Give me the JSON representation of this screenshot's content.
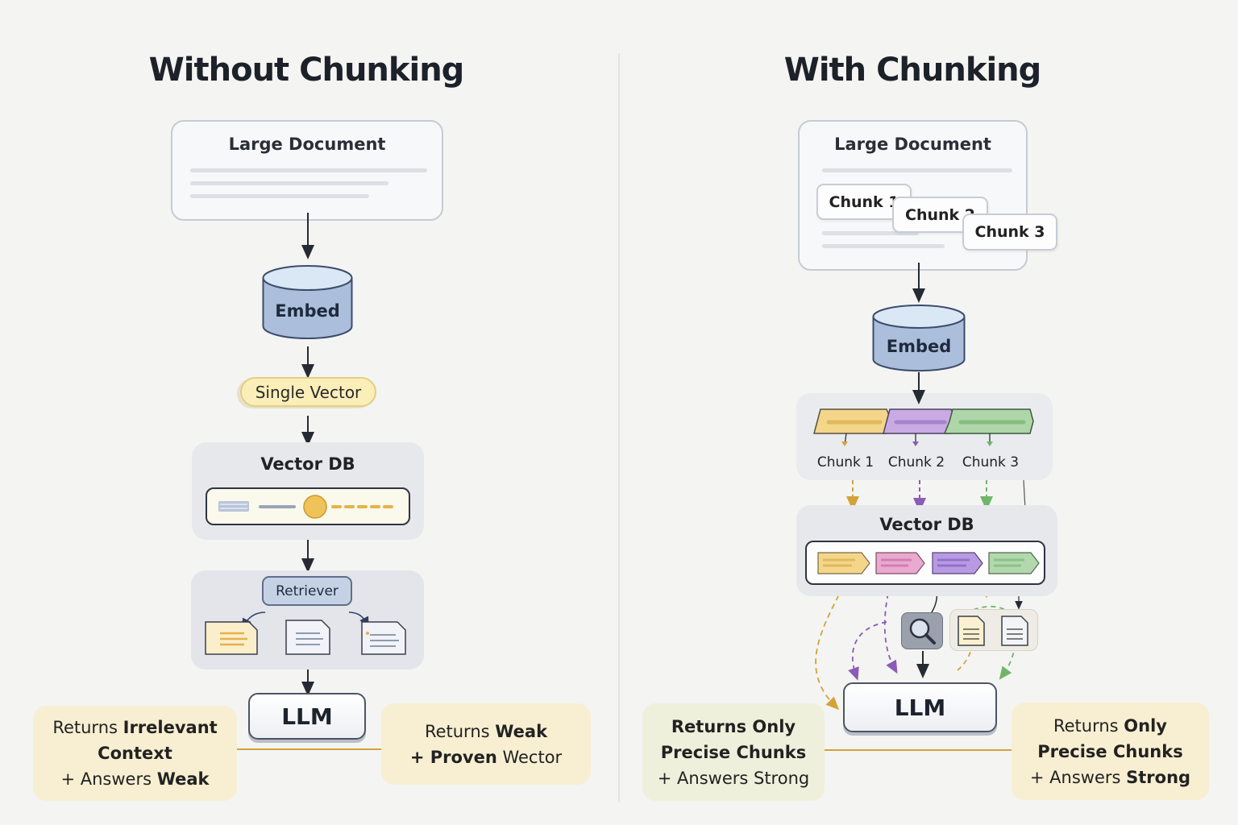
{
  "left": {
    "title": "Without Chunking",
    "document": {
      "title": "Large Document"
    },
    "embed": "Embed",
    "single_vector": "Single Vector",
    "vector_db": "Vector DB",
    "retriever": "Retriever",
    "llm": "LLM",
    "result_left": {
      "line1_pre": "Returns ",
      "line1_bold": "Irrelevant",
      "line2_bold": "Context",
      "line3_pre": "+ Answers ",
      "line3_bold": "Weak"
    },
    "result_right": {
      "line1_pre": "Returns ",
      "line1_bold": "Weak",
      "line2_bold": "+ Proven",
      "line2_post": " Wector"
    }
  },
  "right": {
    "title": "With Chunking",
    "document": {
      "title": "Large Document",
      "chunks": [
        "Chunk 1",
        "Chunk 2",
        "Chunk 3"
      ]
    },
    "embed": "Embed",
    "vector_labels": [
      "Chunk 1",
      "Chunk 2",
      "Chunk 3"
    ],
    "vector_db": "Vector DB",
    "llm": "LLM",
    "result_left": {
      "line1_bold": "Returns Only",
      "line2_bold": "Precise Chunks",
      "line3": "+ Answers Strong"
    },
    "result_right": {
      "line1_pre": "Returns ",
      "line1_bold": "Only",
      "line2_bold": "Precise Chunks",
      "line3_pre": "+ Answers ",
      "line3_bold": "Strong"
    }
  },
  "colors": {
    "chunk1": "#f2d58a",
    "chunk2": "#c5a6e0",
    "chunk3": "#a9d4a6",
    "pink": "#e9a8cc",
    "cylinder_top": "#d6e4f3",
    "cylinder_body": "#a9bcdc",
    "arrow_gold": "#d4a23a"
  }
}
